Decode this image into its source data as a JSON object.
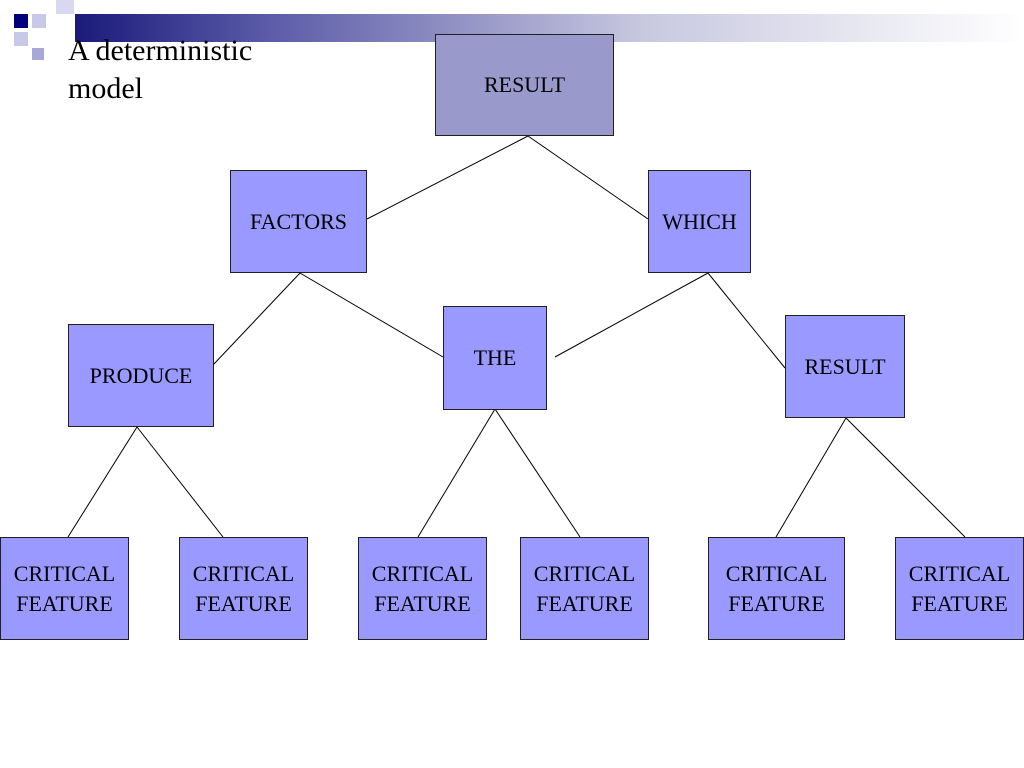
{
  "title": "A deterministic\nmodel",
  "colors": {
    "node_fill": "#9999ff",
    "root_fill": "#9999cc",
    "line": "#000000"
  },
  "nodes": {
    "result_top": "RESULT",
    "factors": "FACTORS",
    "which": "WHICH",
    "produce": "PRODUCE",
    "the": "THE",
    "result_mid": "RESULT",
    "cf1": "CRITICAL\nFEATURE",
    "cf2": "CRITICAL\nFEATURE",
    "cf3": "CRITICAL\nFEATURE",
    "cf4": "CRITICAL\nFEATURE",
    "cf5": "CRITICAL\nFEATURE",
    "cf6": "CRITICAL\nFEATURE"
  }
}
